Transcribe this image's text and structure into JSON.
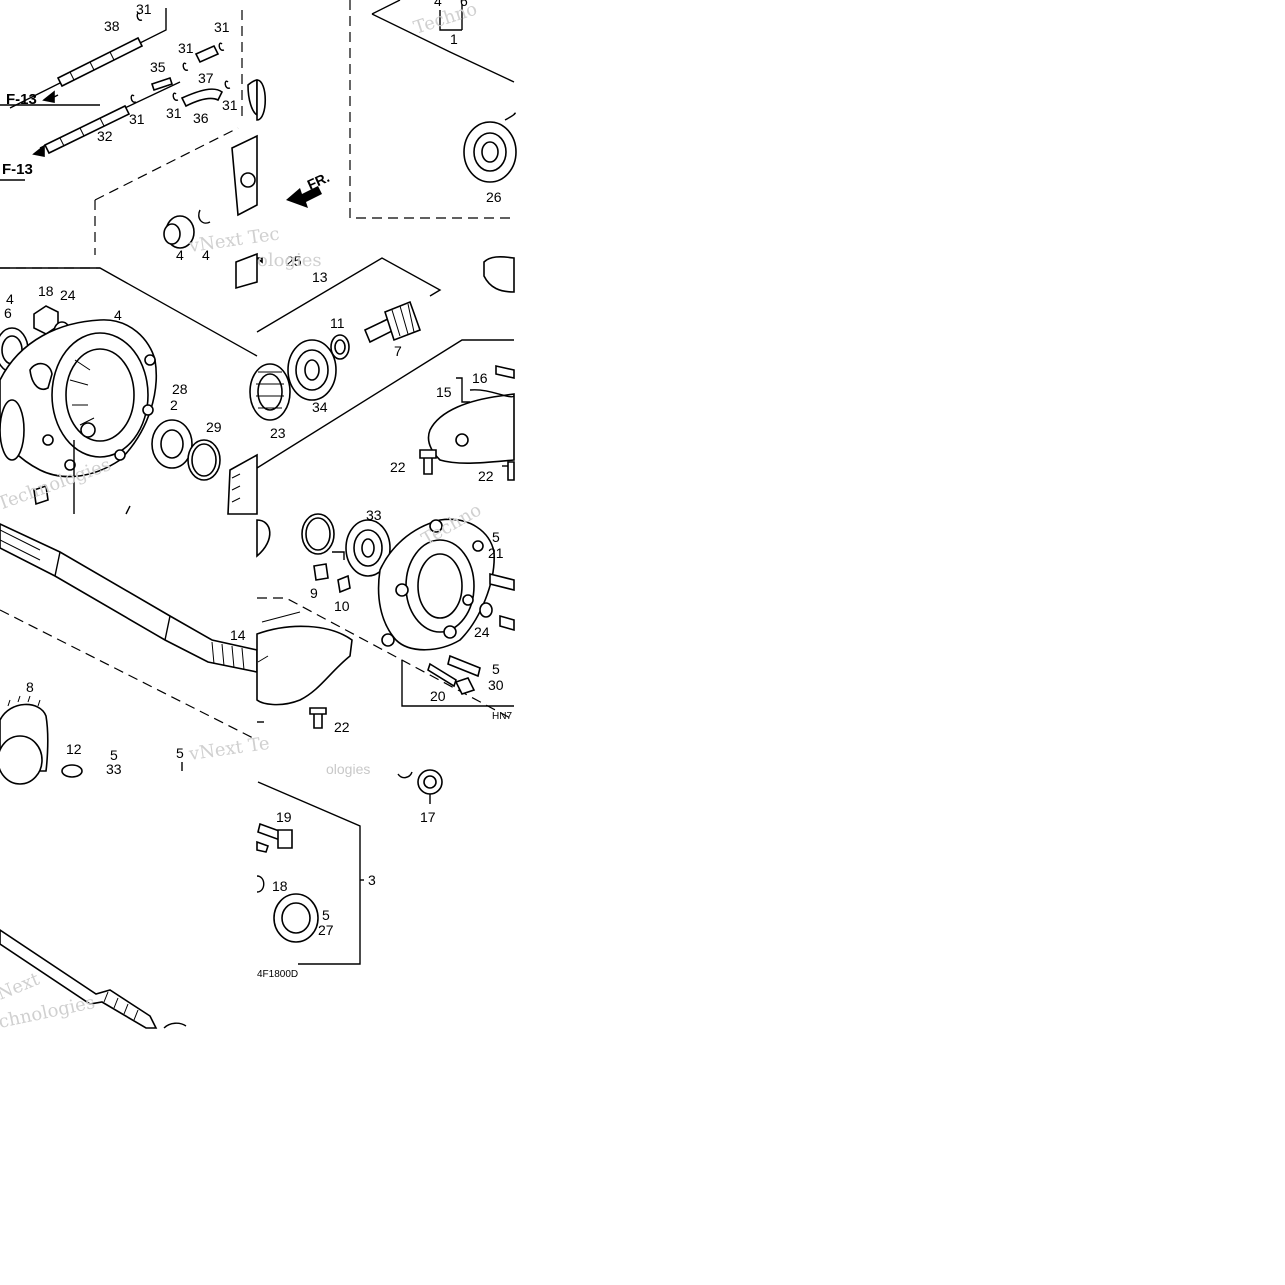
{
  "diagram": {
    "reference_labels": [
      "F-13",
      "F-13"
    ],
    "direction_label": "FR.",
    "codes": [
      "HN7",
      "4F1800D"
    ],
    "watermark_texts": [
      "Techno",
      "vNext Tec",
      "ologies",
      "Technologies",
      "vNext Te",
      "ologies",
      "Techno",
      "Next",
      "chnologies"
    ],
    "callouts": [
      "38",
      "31",
      "31",
      "31",
      "37",
      "35",
      "31",
      "36",
      "31",
      "31",
      "32",
      "4",
      "6",
      "1",
      "26",
      "4",
      "6",
      "18",
      "24",
      "4",
      "28",
      "2",
      "29",
      "4",
      "4",
      "25",
      "13",
      "11",
      "7",
      "16",
      "15",
      "34",
      "23",
      "22",
      "22",
      "33",
      "5",
      "21",
      "9",
      "10",
      "24",
      "14",
      "5",
      "30",
      "20",
      "22",
      "8",
      "12",
      "5",
      "33",
      "5",
      "17",
      "19",
      "18",
      "3",
      "5",
      "27"
    ]
  }
}
